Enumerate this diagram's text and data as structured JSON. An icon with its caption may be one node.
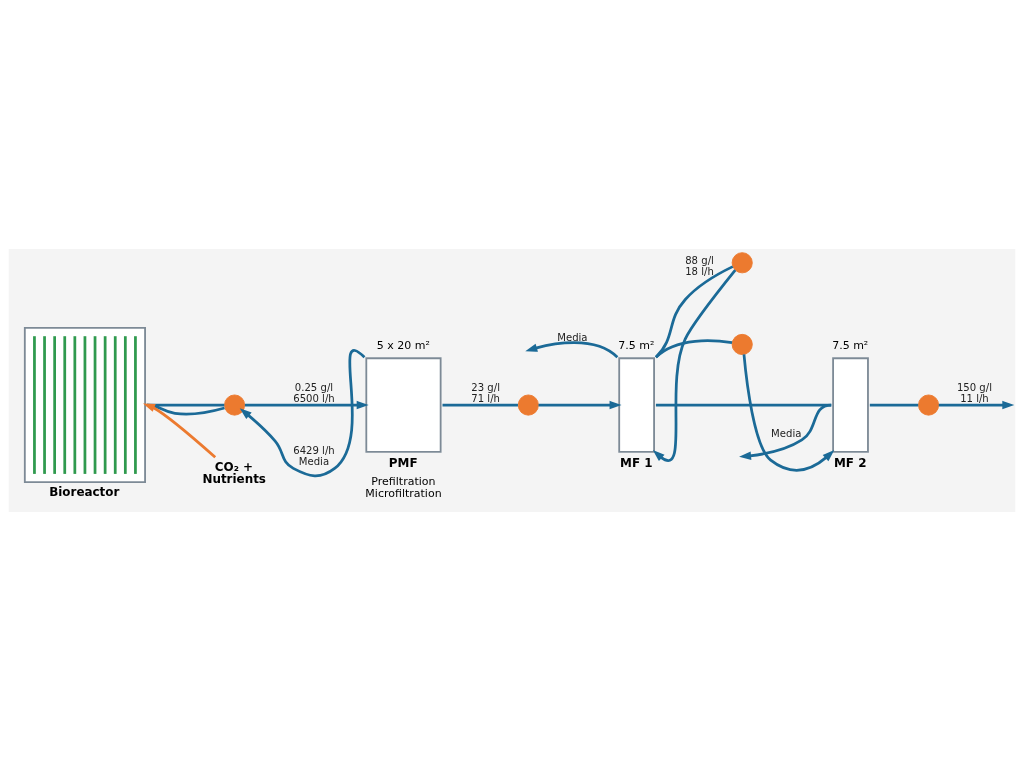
{
  "diagram": {
    "nodes": [
      {
        "text": [
          "Bioreactor"
        ]
      },
      {
        "text": [],
        "shape": "circle"
      },
      {
        "text": [
          "PMF",
          "Prefiltration Microfiltration"
        ],
        "beside": [
          "5 x 20 m²"
        ]
      },
      {
        "text": [],
        "shape": "circle"
      },
      {
        "text": [
          "MF 1"
        ],
        "beside": [
          "7.5 m²"
        ]
      },
      {
        "text": [],
        "shape": "circle"
      },
      {
        "text": [],
        "shape": "circle"
      },
      {
        "text": [
          "MF 2"
        ],
        "beside": [
          "7.5 m²"
        ]
      },
      {
        "text": [],
        "shape": "circle"
      },
      {
        "text": [
          "CO₂ + Nutrients"
        ]
      }
    ],
    "edges": [
      {
        "from": 0,
        "to": 1,
        "arrow": "none"
      },
      {
        "from": 2,
        "to": 1,
        "arrow": "to",
        "label": "6429 l/h Media"
      },
      {
        "from": 1,
        "to": 2,
        "arrow": "to",
        "label": "0.25 g/l 6500 l/h"
      },
      {
        "from": 1,
        "to": 0,
        "arrow": "none"
      },
      {
        "from": 9,
        "to": 0,
        "arrow": "to",
        "color": "#ec7a2f"
      },
      {
        "from": 2,
        "to": 3,
        "arrow": "none",
        "label": "23 g/l 71 l/h"
      },
      {
        "from": 3,
        "to": 4,
        "arrow": "to"
      },
      {
        "from": 4,
        "to": null,
        "arrow": "to",
        "label": "Media"
      },
      {
        "from": 4,
        "to": 5,
        "arrow": "none",
        "label": "88 g/l 18 l/h"
      },
      {
        "from": 5,
        "to": 4,
        "arrow": "to"
      },
      {
        "from": 4,
        "to": 7,
        "arrow": "none"
      },
      {
        "from": 4,
        "to": 6,
        "arrow": "none"
      },
      {
        "from": 6,
        "to": 7,
        "arrow": "to"
      },
      {
        "from": 7,
        "to": null,
        "arrow": "to",
        "label": "Media"
      },
      {
        "from": 7,
        "to": 8,
        "arrow": "none"
      },
      {
        "from": 8,
        "to": null,
        "arrow": "to",
        "label": "150 g/l 11 l/h"
      }
    ]
  }
}
